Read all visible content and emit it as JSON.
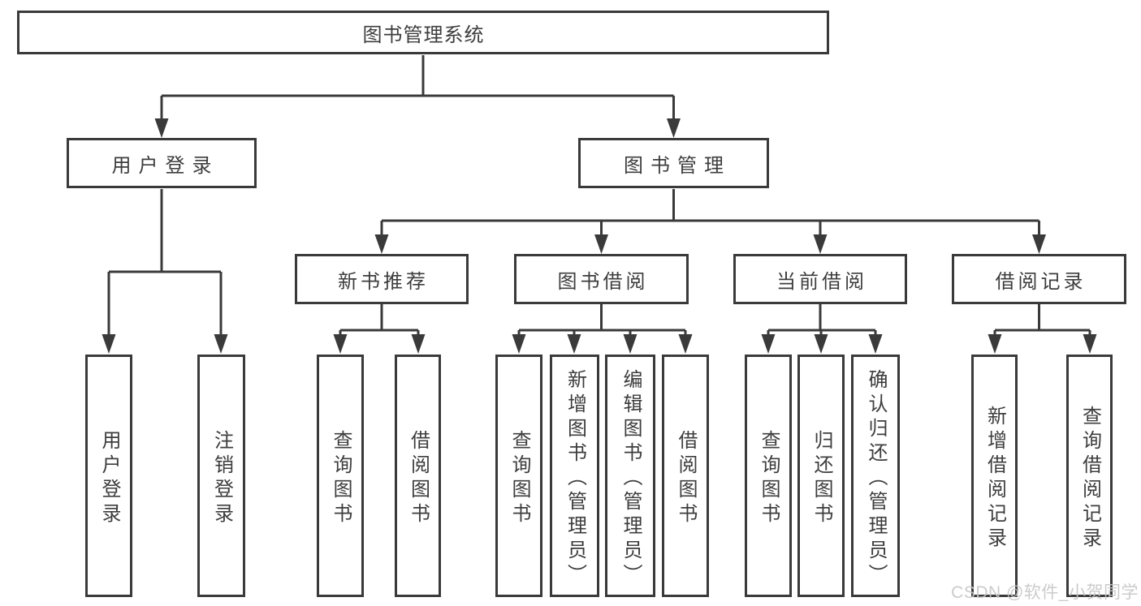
{
  "diagram": {
    "title": "图书管理系统",
    "nodes": {
      "root": "图书管理系统",
      "level2": [
        "用户登录",
        "图书管理"
      ],
      "level3": [
        "新书推荐",
        "图书借阅",
        "当前借阅",
        "借阅记录"
      ],
      "leaves_user_login": [
        "用户登录",
        "注销登录"
      ],
      "leaves_new_book": [
        "查询图书",
        "借阅图书"
      ],
      "leaves_book_borrow": [
        "查询图书",
        "新增图书（管理员）",
        "编辑图书（管理员）",
        "借阅图书"
      ],
      "leaves_current_borrow": [
        "查询图书",
        "归还图书",
        "确认归还（管理员）"
      ],
      "leaves_borrow_record": [
        "新增借阅记录",
        "查询借阅记录"
      ]
    },
    "colors": {
      "line": "#3a3a3a",
      "text": "#3d3d3d",
      "background": "#ffffff",
      "watermark": "#c6c6c6"
    }
  },
  "watermark": {
    "text": "CSDN @软件_小贺同学"
  }
}
